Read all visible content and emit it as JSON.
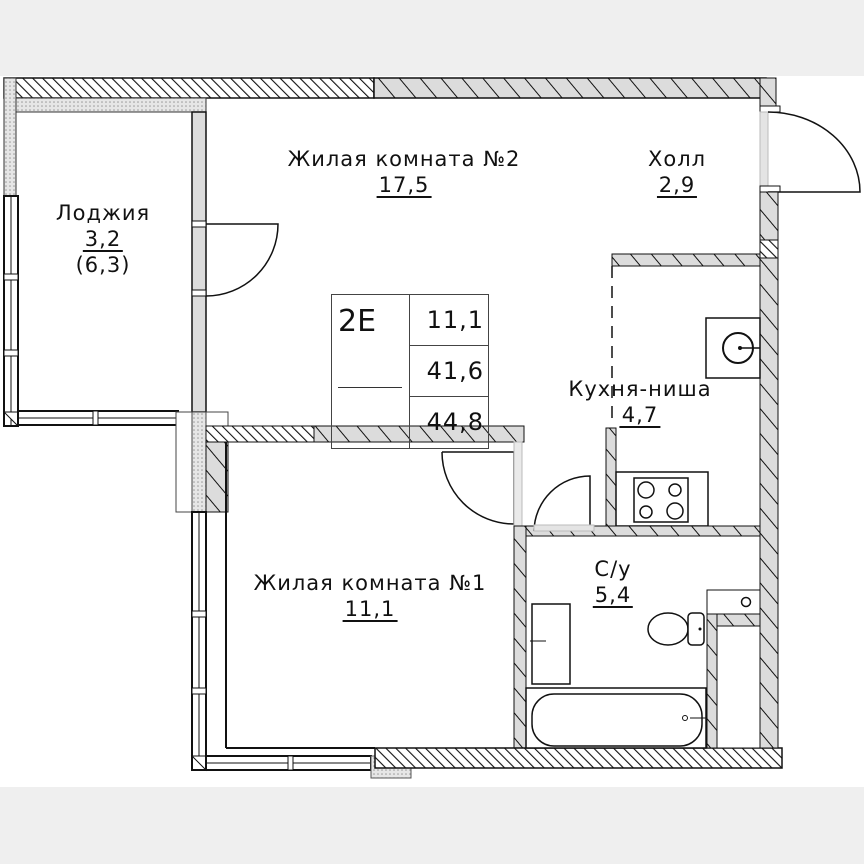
{
  "plan": {
    "apartment_code": "2E",
    "summary": {
      "living_area": "11,1",
      "total_area": "41,6",
      "total_with_loggia": "44,8"
    },
    "rooms": [
      {
        "name": "Лоджия",
        "area": "3,2",
        "extra": "(6,3)"
      },
      {
        "name": "Жилая комната №2",
        "area": "17,5"
      },
      {
        "name": "Холл",
        "area": "2,9"
      },
      {
        "name": "Кухня-ниша",
        "area": "4,7"
      },
      {
        "name": "Жилая комната №1",
        "area": "11,1"
      },
      {
        "name": "С/у",
        "area": "5,4"
      }
    ],
    "colors": {
      "background": "#efefef",
      "plan_bg": "#ffffff",
      "wall_line": "#111111",
      "partition_fill": "#d9d9d9"
    }
  }
}
